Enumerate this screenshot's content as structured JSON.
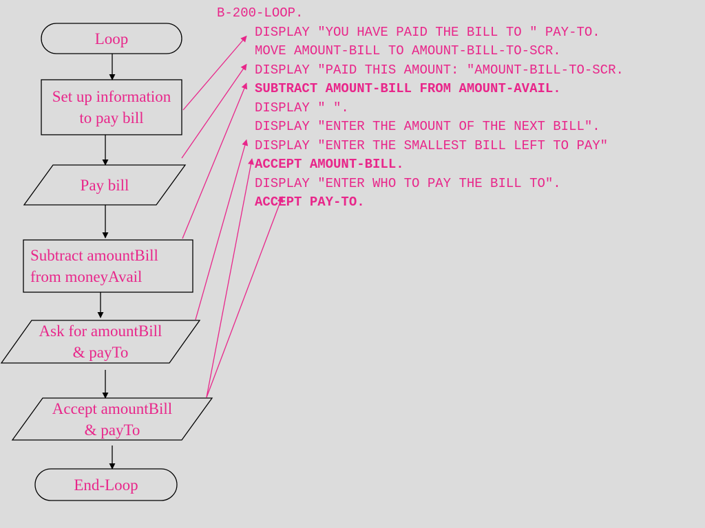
{
  "colors": {
    "background": "#dcdcdc",
    "accent": "#e8268a",
    "stroke": "#000000"
  },
  "flowchart": {
    "nodes": [
      {
        "id": "loop",
        "shape": "terminator",
        "text": "Loop"
      },
      {
        "id": "setup",
        "shape": "process",
        "text": "Set up information\nto pay bill"
      },
      {
        "id": "pay",
        "shape": "io",
        "text": "Pay bill"
      },
      {
        "id": "subtract",
        "shape": "process",
        "text": "Subtract amountBill\nfrom moneyAvail"
      },
      {
        "id": "ask",
        "shape": "io",
        "text": "Ask for amountBill\n& payTo"
      },
      {
        "id": "accept",
        "shape": "io",
        "text": "Accept amountBill\n& payTo"
      },
      {
        "id": "end",
        "shape": "terminator",
        "text": "End-Loop"
      }
    ],
    "edges": [
      {
        "from": "loop",
        "to": "setup"
      },
      {
        "from": "setup",
        "to": "pay"
      },
      {
        "from": "pay",
        "to": "subtract"
      },
      {
        "from": "subtract",
        "to": "ask"
      },
      {
        "from": "ask",
        "to": "accept"
      },
      {
        "from": "accept",
        "to": "end"
      }
    ]
  },
  "code": {
    "lines": [
      {
        "text": "B-200-LOOP.",
        "bold": false
      },
      {
        "text": "DISPLAY \"YOU HAVE PAID THE BILL TO \" PAY-TO.",
        "bold": false
      },
      {
        "text": "MOVE AMOUNT-BILL TO AMOUNT-BILL-TO-SCR.",
        "bold": false
      },
      {
        "text": "DISPLAY \"PAID THIS AMOUNT: \"AMOUNT-BILL-TO-SCR.",
        "bold": false
      },
      {
        "text": "SUBTRACT AMOUNT-BILL FROM AMOUNT-AVAIL.",
        "bold": true
      },
      {
        "text": "DISPLAY \" \".",
        "bold": false
      },
      {
        "text": "DISPLAY \"ENTER THE AMOUNT OF THE NEXT BILL\".",
        "bold": false
      },
      {
        "text": "DISPLAY \"ENTER THE SMALLEST BILL LEFT TO PAY\"",
        "bold": false
      },
      {
        "text": "ACCEPT AMOUNT-BILL.",
        "bold": true
      },
      {
        "text": "DISPLAY \"ENTER WHO TO PAY THE BILL TO\".",
        "bold": false
      },
      {
        "text": "ACCEPT PAY-TO.",
        "bold": true
      }
    ]
  },
  "links": [
    {
      "from": "setup",
      "to_line": 2
    },
    {
      "from": "pay",
      "to_line": 4
    },
    {
      "from": "subtract",
      "to_line": 5
    },
    {
      "from": "ask",
      "to_line": 8
    },
    {
      "from": "accept",
      "to_line": 9
    },
    {
      "from": "accept",
      "to_line": 11
    }
  ]
}
